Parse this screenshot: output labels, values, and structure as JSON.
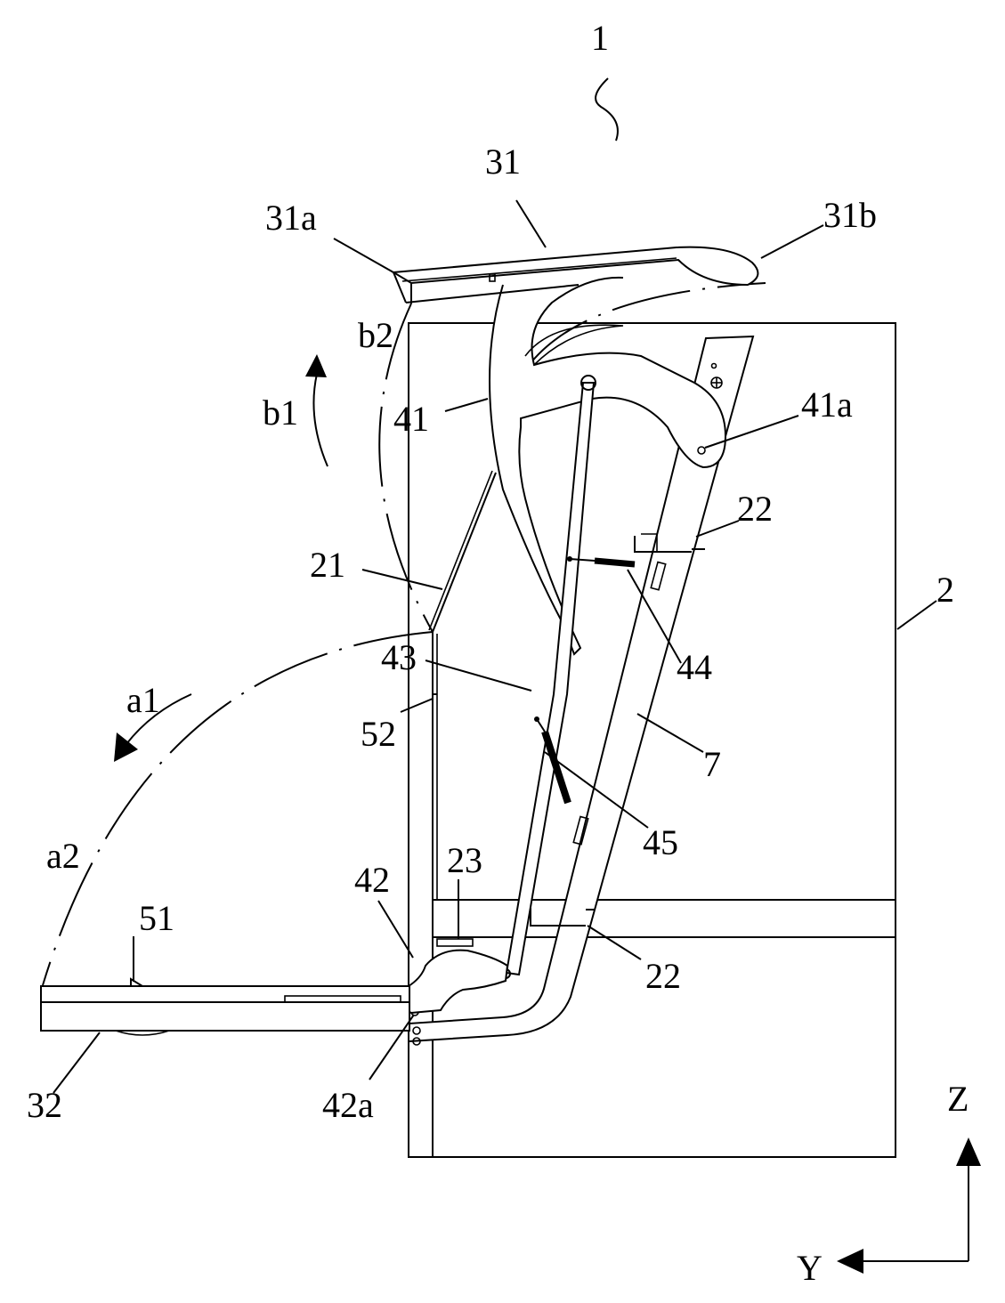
{
  "figure": {
    "labels": {
      "l1": "1",
      "l31": "31",
      "l31a": "31a",
      "l31b": "31b",
      "lb2": "b2",
      "lb1": "b1",
      "l41": "41",
      "l41a": "41a",
      "l22_top": "22",
      "l21": "21",
      "l2": "2",
      "l44": "44",
      "l43": "43",
      "la1": "a1",
      "l52": "52",
      "l7": "7",
      "l45": "45",
      "la2": "a2",
      "l23": "23",
      "l42": "42",
      "l51": "51",
      "l22_bottom": "22",
      "l32": "32",
      "l42a": "42a",
      "lZ": "Z",
      "lY": "Y"
    }
  }
}
